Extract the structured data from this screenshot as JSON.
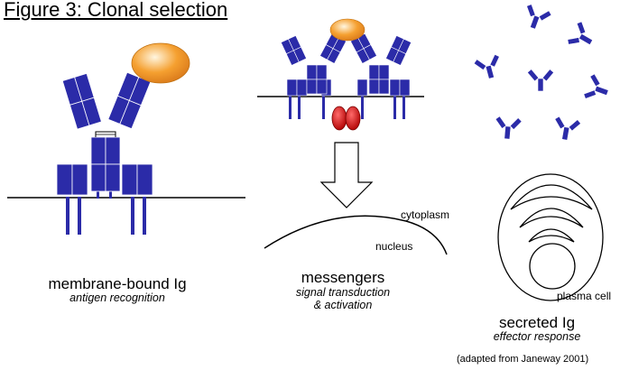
{
  "figure": {
    "title": "Figure 3: Clonal selection",
    "credit": "(adapted from Janeway 2001)"
  },
  "panels": {
    "membrane": {
      "caption": "membrane-bound Ig",
      "subcaption": "antigen recognition"
    },
    "messengers": {
      "caption": "messengers",
      "subcaption_line1": "signal transduction",
      "subcaption_line2": "& activation"
    },
    "secreted": {
      "caption": "secreted Ig",
      "subcaption": "effector response"
    }
  },
  "labels": {
    "cytoplasm": "cytoplasm",
    "nucleus": "nucleus",
    "plasma_cell": "plasma cell"
  },
  "colors": {
    "receptor_blue": "#2b2ba8",
    "antigen_orange": "#f5a030",
    "messenger_red": "#d81818",
    "line": "#000000"
  }
}
